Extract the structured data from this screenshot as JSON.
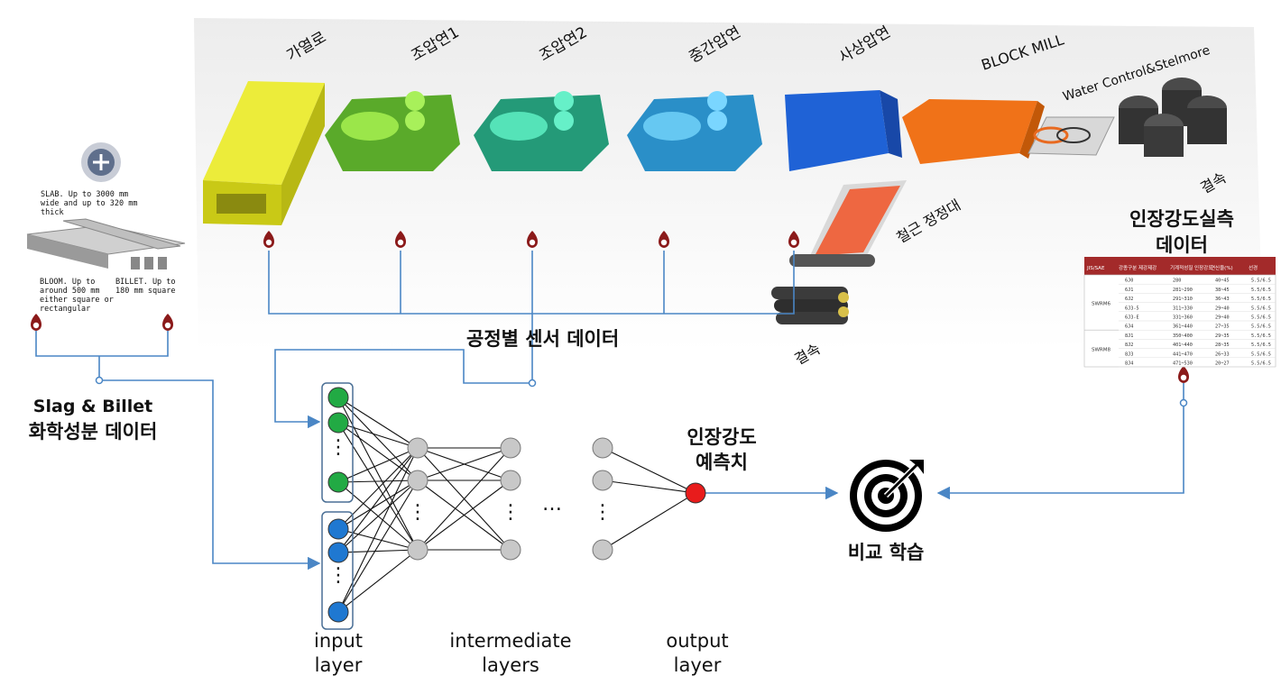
{
  "processes": [
    {
      "label": "가열로",
      "color": "#dede2c"
    },
    {
      "label": "조압연1",
      "color": "#66bb33"
    },
    {
      "label": "조압연2",
      "color": "#2faa88"
    },
    {
      "label": "중간압연",
      "color": "#2f9fd6"
    },
    {
      "label": "사상압연",
      "color": "#1f5fd0"
    },
    {
      "label": "BLOCK MILL",
      "color": "#ee6a12"
    },
    {
      "label": "Water Control&Stelmore",
      "color": "#444444"
    }
  ],
  "yard_labels": {
    "cooling_bed": "철근 정정대",
    "bundle_right": "결속",
    "bundle_bottom": "결속"
  },
  "billet_info": {
    "slab": "SLAB. Up to 3000 mm wide and up to 320 mm thick",
    "bloom": "BLOOM. Up to around 500 mm either square or rectangular",
    "billet": "BILLET. Up to 180 mm square"
  },
  "labels": {
    "sensor_data": "공정별 센서 데이터",
    "chem_line1": "Slag & Billet",
    "chem_line2": "화학성분 데이터",
    "tensile_measured_line1": "인장강도실측",
    "tensile_measured_line2": "데이터",
    "prediction_line1": "인장강도",
    "prediction_line2": "예측치",
    "compare_learning": "비교 학습",
    "ellipsis": "…",
    "vdots": "⋮",
    "input_layer_1": "input",
    "input_layer_2": "layer",
    "intermediate_1": "intermediate",
    "intermediate_2": "layers",
    "output_1": "output",
    "output_2": "layer"
  },
  "spec_table": {
    "headers": [
      "JIS/SAE",
      "강종구분 제강제강",
      "기계적성질 인장강도",
      "연신율(%)",
      "선경"
    ],
    "group1": "SWRM6",
    "group2": "SWRM8",
    "rows": [
      [
        "6J0",
        "280",
        "40~45",
        "5.5/6.5"
      ],
      [
        "6J1",
        "281~290",
        "38~45",
        "5.5/6.5"
      ],
      [
        "6J2",
        "291~310",
        "36~43",
        "5.5/6.5"
      ],
      [
        "6J3-5",
        "311~330",
        "29~40",
        "5.5/6.5"
      ],
      [
        "6J3-E",
        "331~360",
        "29~40",
        "5.5/6.5"
      ],
      [
        "6J4",
        "361~440",
        "27~35",
        "5.5/6.5"
      ],
      [
        "8J1",
        "350~400",
        "29~35",
        "5.5/6.5"
      ],
      [
        "8J2",
        "401~440",
        "28~35",
        "5.5/6.5"
      ],
      [
        "8J3",
        "441~470",
        "26~33",
        "5.5/6.5"
      ],
      [
        "8J4",
        "471~530",
        "20~27",
        "5.5/6.5"
      ]
    ]
  },
  "colors": {
    "arrow": "#4a86c5",
    "sensor_node": "#8b1a1a",
    "input_green": "#22aa44",
    "input_blue": "#1f78d1",
    "hidden": "#c8c8c8",
    "output": "#e81c1c",
    "table_header": "#a32a2a"
  }
}
